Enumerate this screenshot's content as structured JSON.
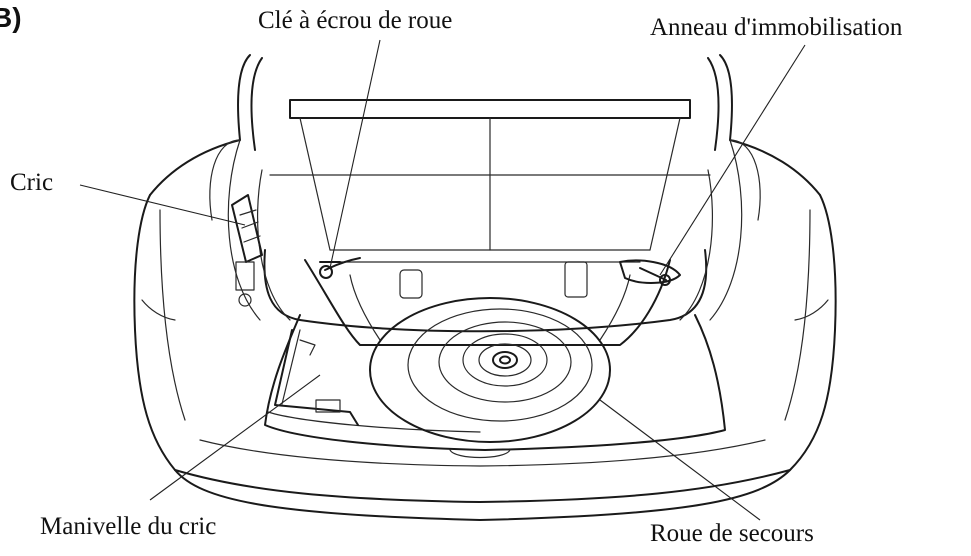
{
  "figure": {
    "label": "B)"
  },
  "labels": {
    "wheel_nut_wrench": "Clé à écrou de roue",
    "tie_down_ring": "Anneau d'immobilisation",
    "jack": "Cric",
    "jack_handle": "Manivelle du cric",
    "spare_wheel": "Roue de secours"
  }
}
